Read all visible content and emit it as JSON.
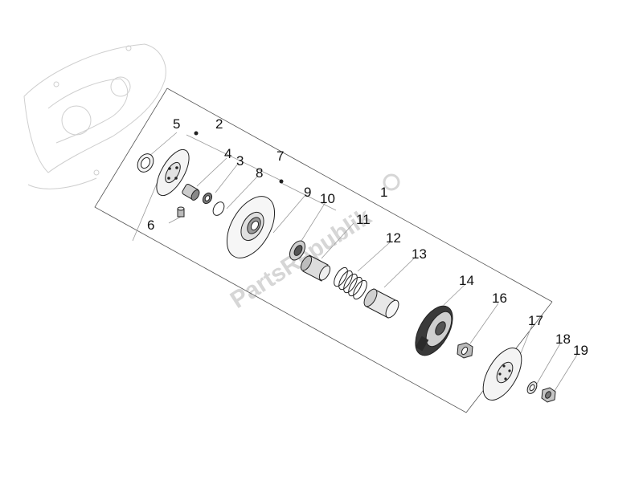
{
  "callouts": {
    "c1": "1",
    "c2": "2",
    "c3": "3",
    "c4": "4",
    "c5": "5",
    "c6": "6",
    "c7": "7",
    "c8": "8",
    "c9": "9",
    "c10": "10",
    "c11": "11",
    "c12": "12",
    "c13": "13",
    "c14": "14",
    "c16": "16",
    "c17": "17",
    "c18": "18",
    "c19": "19"
  },
  "watermark": {
    "text": "PartsRepublik"
  },
  "colors": {
    "ink": "#222222",
    "ghost": "#cfcfcf",
    "watermark": "#d6d6d6",
    "background": "#ffffff"
  }
}
